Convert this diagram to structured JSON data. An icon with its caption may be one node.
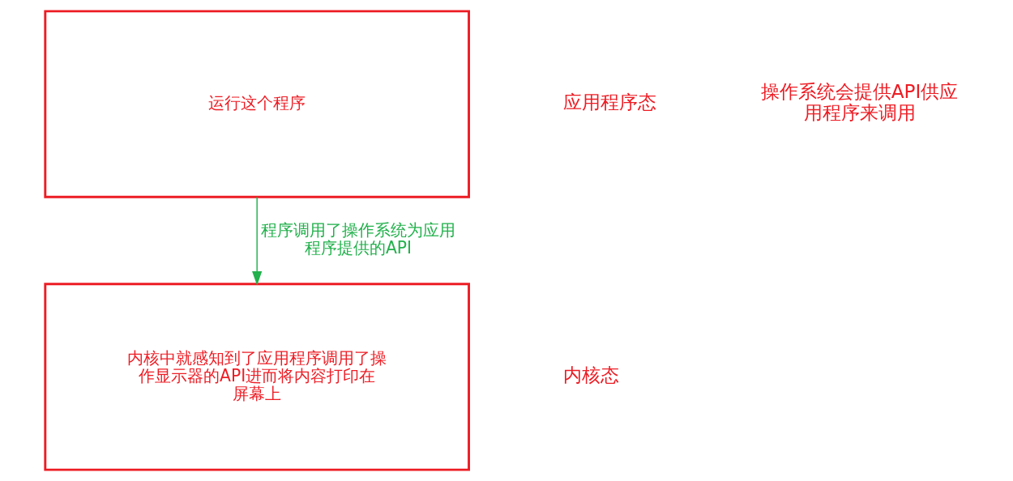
{
  "diagram": {
    "nodes": [
      {
        "text": [
          "运行这个程序"
        ]
      },
      {
        "text": [
          "内核中就感知到了应用程序调用了操作显示器的API进而将内容打印在屏幕上"
        ]
      }
    ],
    "edges": [
      {
        "from": 0,
        "to": 1,
        "arrow": "to",
        "label": "程序调用了操作系统为应用程序提供的API",
        "color": "#22b14c"
      }
    ],
    "labels": [
      "应用程序态",
      "操作系统会提供API供应用程序来调用",
      "内核态"
    ]
  }
}
